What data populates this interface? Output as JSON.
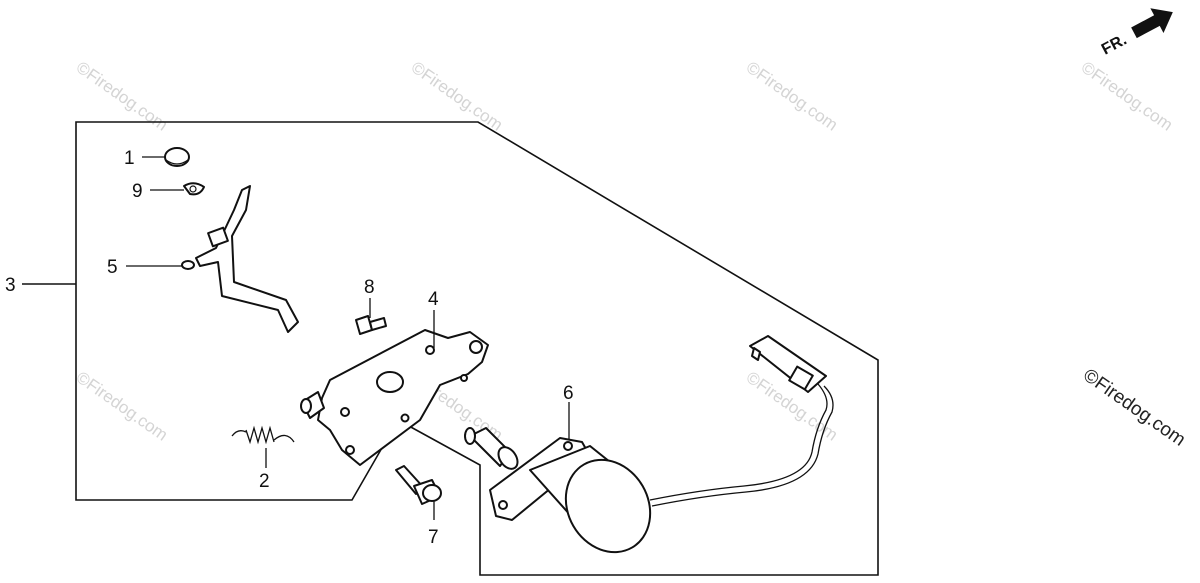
{
  "diagram": {
    "direction_indicator": {
      "label": "FR."
    },
    "callouts": [
      {
        "id": "1",
        "label": "1"
      },
      {
        "id": "2",
        "label": "2"
      },
      {
        "id": "3",
        "label": "3"
      },
      {
        "id": "4",
        "label": "4"
      },
      {
        "id": "5",
        "label": "5"
      },
      {
        "id": "6",
        "label": "6"
      },
      {
        "id": "7",
        "label": "7"
      },
      {
        "id": "8",
        "label": "8"
      },
      {
        "id": "9",
        "label": "9"
      }
    ],
    "watermark": {
      "text": "©Firedog.com"
    }
  }
}
